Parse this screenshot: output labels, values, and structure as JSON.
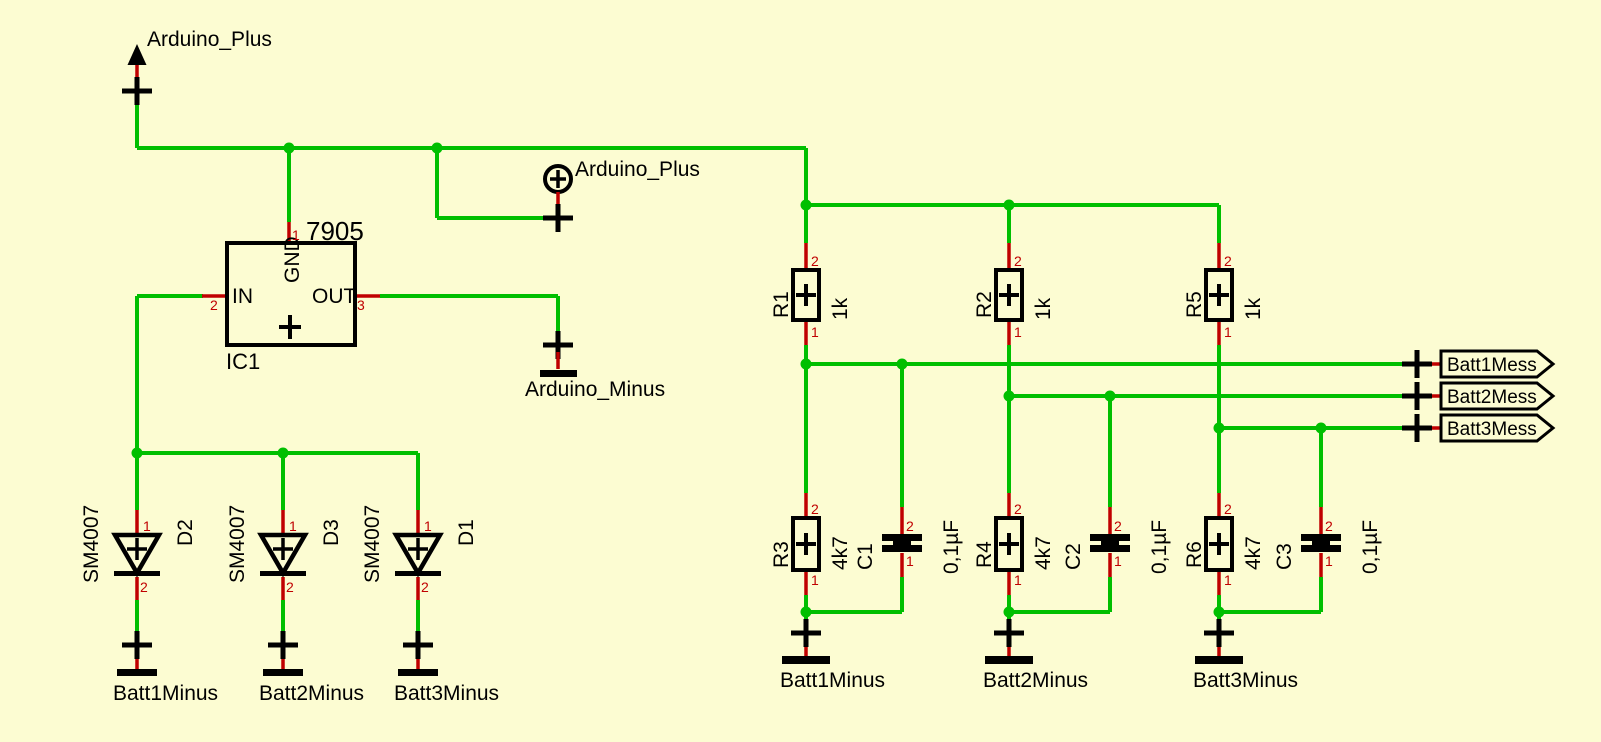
{
  "schematic": {
    "colors": {
      "background": "#FCFCD2",
      "wire": "#00BF00",
      "pin": "#C00000",
      "outline": "#000000"
    },
    "supplies": {
      "top_plus": {
        "label": "Arduino_Plus"
      },
      "mid_plus": {
        "label": "Arduino_Plus"
      },
      "minus": {
        "label": "Arduino_Minus"
      }
    },
    "ic": {
      "name": "IC1",
      "value": "7905",
      "plus": "+",
      "pin_gnd": {
        "number": "1",
        "label": "GND"
      },
      "pin_in": {
        "number": "2",
        "label": "IN"
      },
      "pin_out": {
        "number": "3",
        "label": "OUT"
      }
    },
    "diodes": [
      {
        "name": "D2",
        "value": "SM4007",
        "pin_top": "1",
        "pin_bottom": "2",
        "ground_label": "Batt1Minus"
      },
      {
        "name": "D3",
        "value": "SM4007",
        "pin_top": "1",
        "pin_bottom": "2",
        "ground_label": "Batt2Minus"
      },
      {
        "name": "D1",
        "value": "SM4007",
        "pin_top": "1",
        "pin_bottom": "2",
        "ground_label": "Batt3Minus"
      }
    ],
    "channels": [
      {
        "r_top": {
          "name": "R1",
          "value": "1k",
          "pin_top": "2",
          "pin_bottom": "1"
        },
        "r_bottom": {
          "name": "R3",
          "value": "4k7",
          "pin_top": "2",
          "pin_bottom": "1"
        },
        "cap": {
          "name": "C1",
          "value": "0,1µF",
          "pin_top": "2",
          "pin_bottom": "1"
        },
        "flag": {
          "label": "Batt1Mess"
        },
        "ground_label": "Batt1Minus"
      },
      {
        "r_top": {
          "name": "R2",
          "value": "1k",
          "pin_top": "2",
          "pin_bottom": "1"
        },
        "r_bottom": {
          "name": "R4",
          "value": "4k7",
          "pin_top": "2",
          "pin_bottom": "1"
        },
        "cap": {
          "name": "C2",
          "value": "0,1µF",
          "pin_top": "2",
          "pin_bottom": "1"
        },
        "flag": {
          "label": "Batt2Mess"
        },
        "ground_label": "Batt2Minus"
      },
      {
        "r_top": {
          "name": "R5",
          "value": "1k",
          "pin_top": "2",
          "pin_bottom": "1"
        },
        "r_bottom": {
          "name": "R6",
          "value": "4k7",
          "pin_top": "2",
          "pin_bottom": "1"
        },
        "cap": {
          "name": "C3",
          "value": "0,1µF",
          "pin_top": "2",
          "pin_bottom": "1"
        },
        "flag": {
          "label": "Batt3Mess"
        },
        "ground_label": "Batt3Minus"
      }
    ]
  }
}
